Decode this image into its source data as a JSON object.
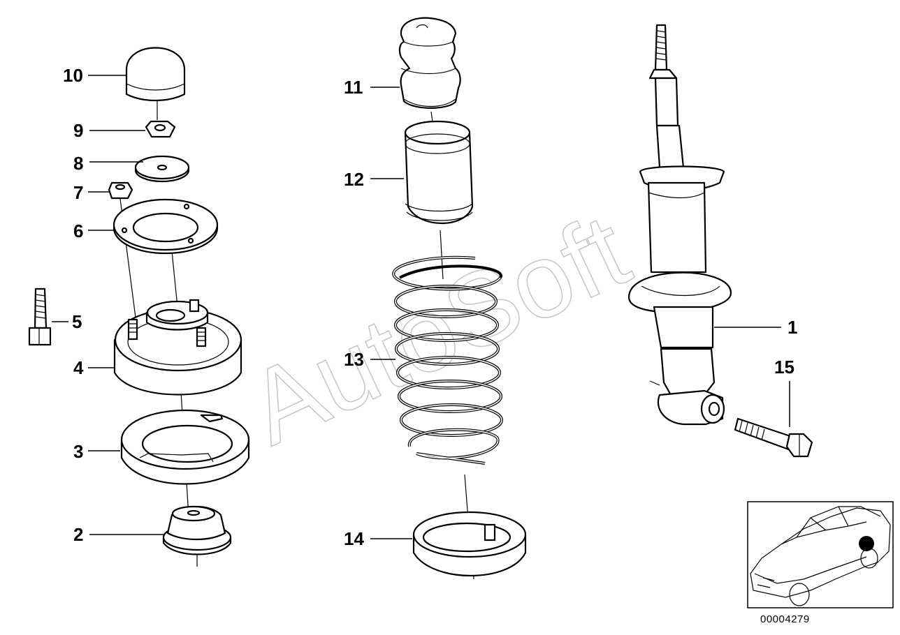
{
  "diagram": {
    "watermark": "AutoSoft",
    "reference_number": "00004279",
    "callouts": [
      {
        "id": "p10",
        "label": "10"
      },
      {
        "id": "p9",
        "label": "9"
      },
      {
        "id": "p8",
        "label": "8"
      },
      {
        "id": "p7",
        "label": "7"
      },
      {
        "id": "p6",
        "label": "6"
      },
      {
        "id": "p5",
        "label": "5"
      },
      {
        "id": "p4",
        "label": "4"
      },
      {
        "id": "p3",
        "label": "3"
      },
      {
        "id": "p2",
        "label": "2"
      },
      {
        "id": "p11",
        "label": "11"
      },
      {
        "id": "p12",
        "label": "12"
      },
      {
        "id": "p13",
        "label": "13"
      },
      {
        "id": "p14",
        "label": "14"
      },
      {
        "id": "p1",
        "label": "1"
      },
      {
        "id": "p15",
        "label": "15"
      }
    ],
    "locator": {
      "marker_color": "#000000"
    }
  }
}
